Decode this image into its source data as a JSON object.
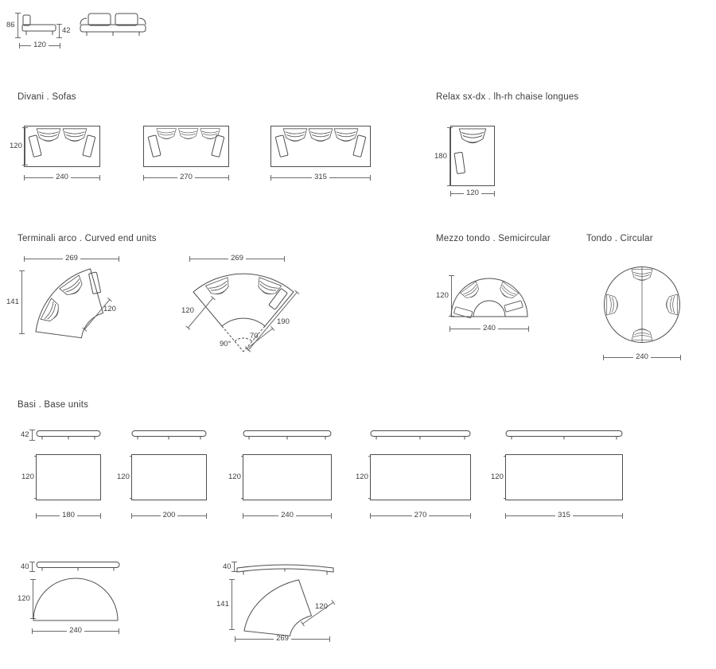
{
  "headings": {
    "sofas": "Divani . Sofas",
    "relax": "Relax sx-dx . lh-rh chaise longues",
    "curved": "Terminali arco . Curved end units",
    "semicircular": "Mezzo tondo . Semicircular",
    "circular": "Tondo . Circular",
    "bases": "Basi . Base units"
  },
  "elevation": {
    "total_height": "86",
    "seat_height": "42",
    "depth": "120"
  },
  "sofas": {
    "depth": "120",
    "widths": [
      "240",
      "270",
      "315"
    ]
  },
  "relax": {
    "depth": "180",
    "width": "120"
  },
  "curved1": {
    "width": "269",
    "depth": "141",
    "end": "120"
  },
  "curved2": {
    "width": "269",
    "end": "120",
    "radius_outer": "190",
    "radius_inner": "70",
    "angle": "90°"
  },
  "semi": {
    "depth": "120",
    "width": "240"
  },
  "round": {
    "diameter": "240"
  },
  "bases": {
    "height": "42",
    "depth": "120",
    "widths": [
      "180",
      "200",
      "240",
      "270",
      "315"
    ]
  },
  "base_semi": {
    "height": "40",
    "depth": "120",
    "width": "240"
  },
  "base_curved": {
    "height": "40",
    "depth": "141",
    "end": "120",
    "width": "269"
  }
}
